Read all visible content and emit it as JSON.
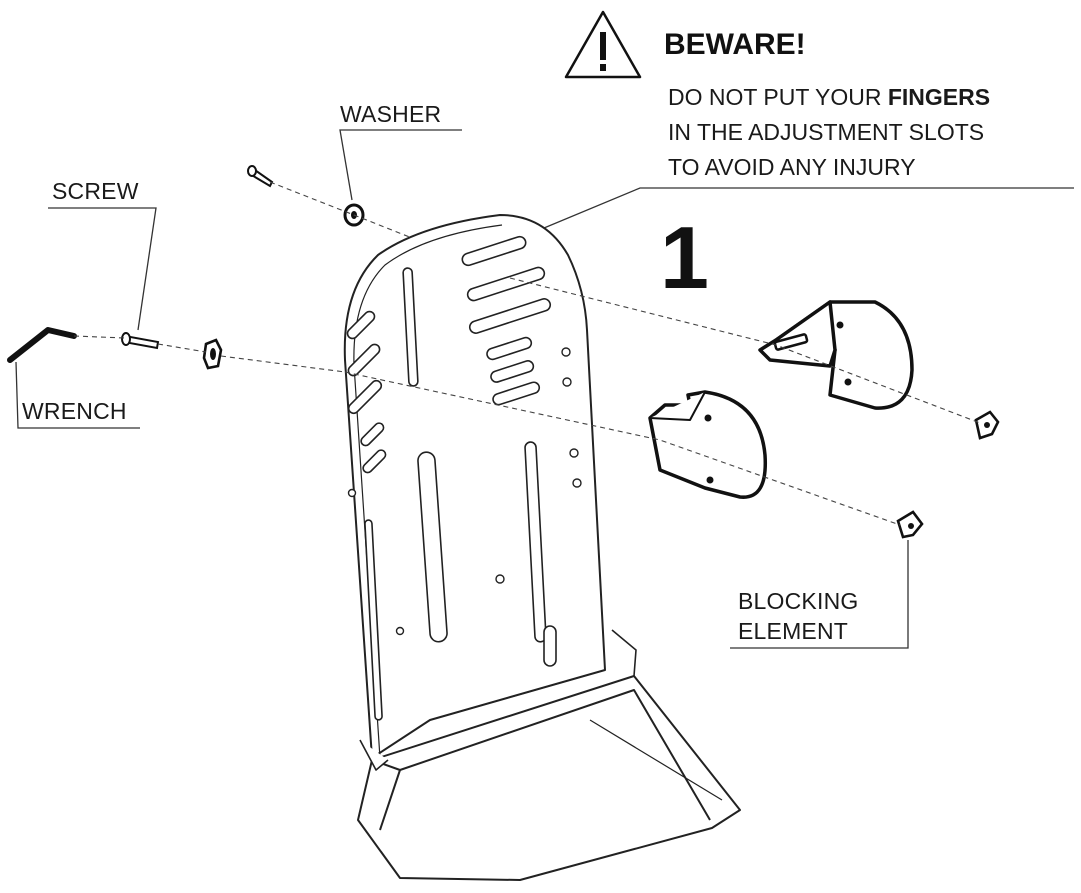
{
  "warning": {
    "icon": "warning-triangle-icon",
    "title": "BEWARE!",
    "line1_pre": "DO NOT PUT YOUR ",
    "line1_bold": "FINGERS",
    "line2": "IN THE ADJUSTMENT SLOTS",
    "line3": "TO AVOID ANY INJURY"
  },
  "step_number": "1",
  "labels": {
    "washer": "WASHER",
    "screw": "SCREW",
    "wrench": "WRENCH",
    "blocking_line1": "BLOCKING",
    "blocking_line2": "ELEMENT"
  }
}
